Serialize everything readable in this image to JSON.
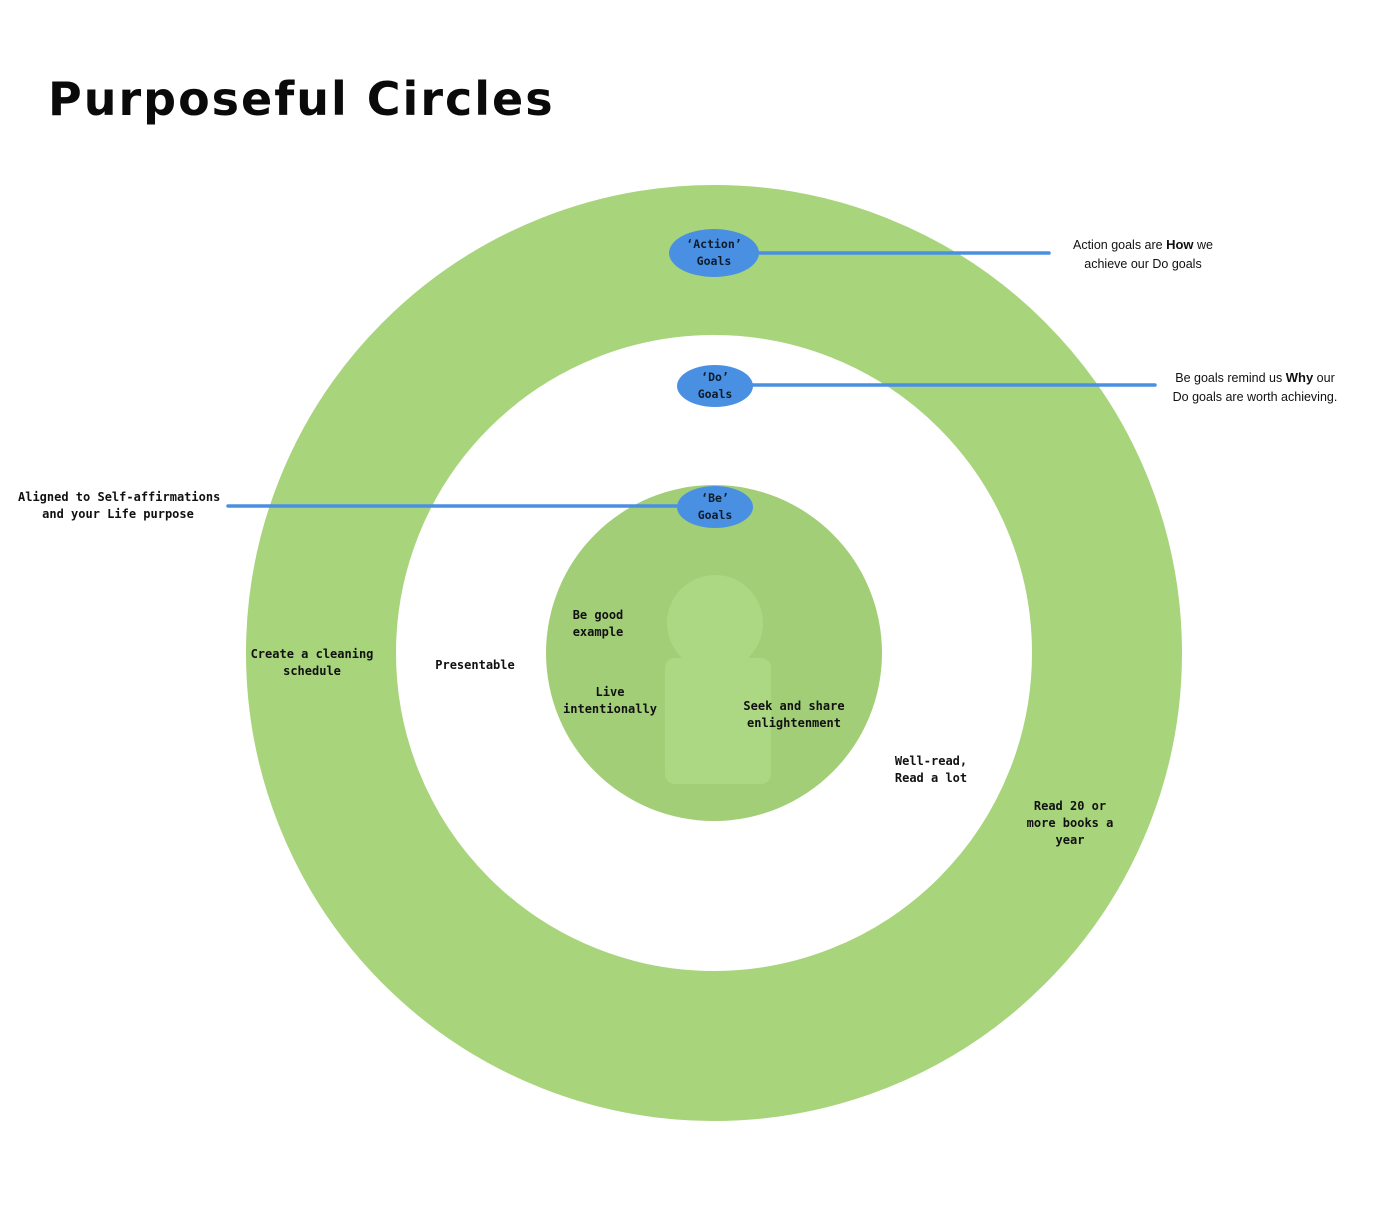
{
  "title": "Purposeful Circles",
  "colors": {
    "outer_ring": "#a8d47c",
    "inner_circle": "#a3ce78",
    "person_figure": "#acd884",
    "badge": "#4a90e2",
    "connector": "#4a90e2",
    "background": "#ffffff"
  },
  "badges": {
    "action": {
      "line1": "‘Action’",
      "line2": "Goals"
    },
    "do": {
      "line1": "‘Do’",
      "line2": "Goals"
    },
    "be": {
      "line1": "‘Be’",
      "line2": "Goals"
    }
  },
  "notes": {
    "action": {
      "pre": "Action goals are ",
      "bold": "How",
      "post": " we",
      "line2": "achieve our Do goals"
    },
    "do": {
      "pre": "Be goals remind us ",
      "bold": "Why",
      "post": " our",
      "line2": "Do goals are worth achieving."
    },
    "be": {
      "line1": "Aligned to Self-affirmations",
      "line2": "and your Life purpose"
    }
  },
  "labels": {
    "be_good": {
      "line1": "Be good",
      "line2": "example"
    },
    "live": {
      "line1": "Live",
      "line2": "intentionally"
    },
    "seek": {
      "line1": "Seek and share",
      "line2": "enlightenment"
    },
    "presentable": {
      "line1": "Presentable"
    },
    "well_read": {
      "line1": "Well-read,",
      "line2": "Read a lot"
    },
    "cleaning": {
      "line1": "Create a cleaning",
      "line2": "schedule"
    },
    "read20": {
      "line1": "Read 20 or",
      "line2": "more books a",
      "line3": "year"
    }
  }
}
